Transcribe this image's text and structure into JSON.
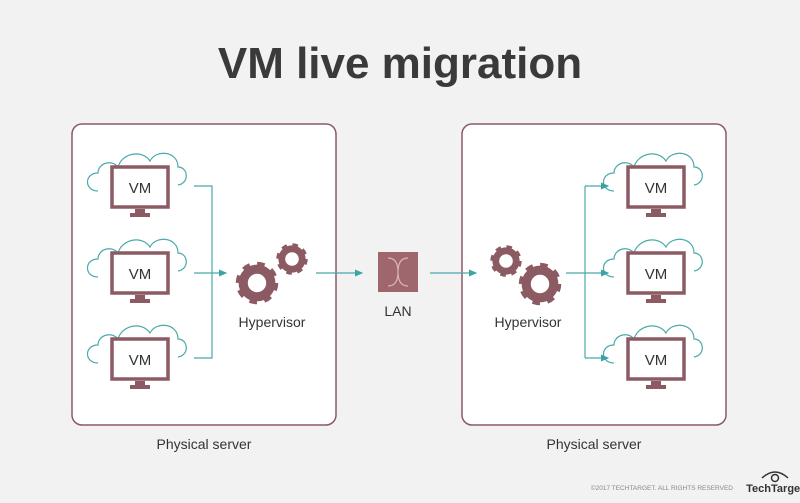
{
  "title": "VM live migration",
  "left_server": {
    "label": "Physical server",
    "hypervisor": "Hypervisor",
    "vms": [
      "VM",
      "VM",
      "VM"
    ]
  },
  "right_server": {
    "label": "Physical server",
    "hypervisor": "Hypervisor",
    "vms": [
      "VM",
      "VM",
      "VM"
    ]
  },
  "network": {
    "label": "LAN"
  },
  "footer": {
    "copyright": "©2017 TECHTARGET. ALL RIGHTS RESERVED",
    "logo": "TechTarget"
  },
  "colors": {
    "primary": "#8b5a62",
    "connector": "#4aa9aa",
    "background": "#f2f2f2"
  }
}
